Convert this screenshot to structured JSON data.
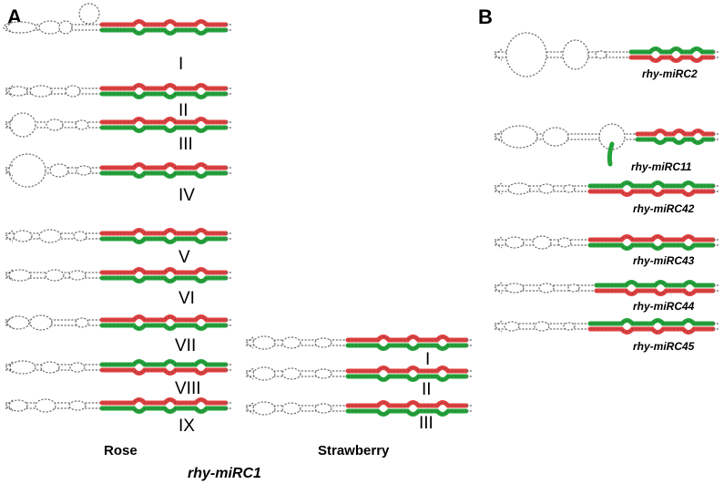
{
  "panels": {
    "A": {
      "letter": "A",
      "title": "rhy-miRC1",
      "rose": {
        "label": "Rose",
        "variants": [
          "I",
          "II",
          "III",
          "IV",
          "V",
          "VI",
          "VII",
          "VIII",
          "IX"
        ],
        "top_strand_colors": [
          "red",
          "red",
          "red",
          "red",
          "red",
          "red",
          "red",
          "green",
          "red"
        ]
      },
      "strawberry": {
        "label": "Strawberry",
        "variants": [
          "I",
          "II",
          "III"
        ],
        "top_strand_colors": [
          "red",
          "red",
          "red"
        ]
      }
    },
    "B": {
      "letter": "B",
      "structures": [
        {
          "name": "rhy-miRC2",
          "top": "green"
        },
        {
          "name": "rhy-miRC11",
          "top": "red"
        },
        {
          "name": "rhy-miRC42",
          "top": "green"
        },
        {
          "name": "rhy-miRC43",
          "top": "red"
        },
        {
          "name": "rhy-miRC44",
          "top": "green"
        },
        {
          "name": "rhy-miRC45",
          "top": "green"
        }
      ]
    }
  },
  "colors": {
    "red": "#e04040",
    "green": "#23a23a",
    "loop": "#6e6e6e",
    "text": "#000000"
  }
}
